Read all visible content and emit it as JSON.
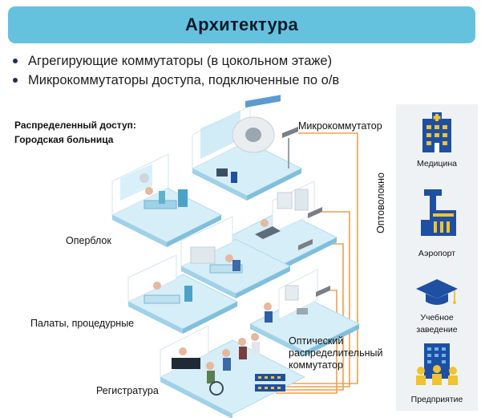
{
  "header": {
    "title": "Архитектура"
  },
  "bullets": [
    "Агрегирующие коммутаторы (в цокольном этаже)",
    "Микрокоммутаторы доступа, подключенные по о/в"
  ],
  "caption": {
    "line1": "Распределенный доступ:",
    "line2": "Городская больница"
  },
  "labels": {
    "microswitch": "Микрокоммутатор",
    "fiber": "Оптоволокно",
    "operating_block": "Оперблок",
    "wards": "Палаты, процедурные",
    "registry": "Регистратура",
    "odf_line1": "Оптический",
    "odf_line2": "распределительный",
    "odf_line3": "коммутатор"
  },
  "sidebar": [
    {
      "icon": "hospital-icon",
      "label": "Медицина"
    },
    {
      "icon": "airport-icon",
      "label": "Аэропорт"
    },
    {
      "icon": "graduation-cap-icon",
      "label_line1": "Учебное",
      "label_line2": "заведение"
    },
    {
      "icon": "enterprise-icon",
      "label": "Предприятие"
    }
  ],
  "colors": {
    "header": "#64c2df",
    "fiber": "#f0a04b",
    "platform": "#cfe9f5",
    "icon_blue": "#1e4fa3",
    "icon_yellow": "#f2c230"
  }
}
